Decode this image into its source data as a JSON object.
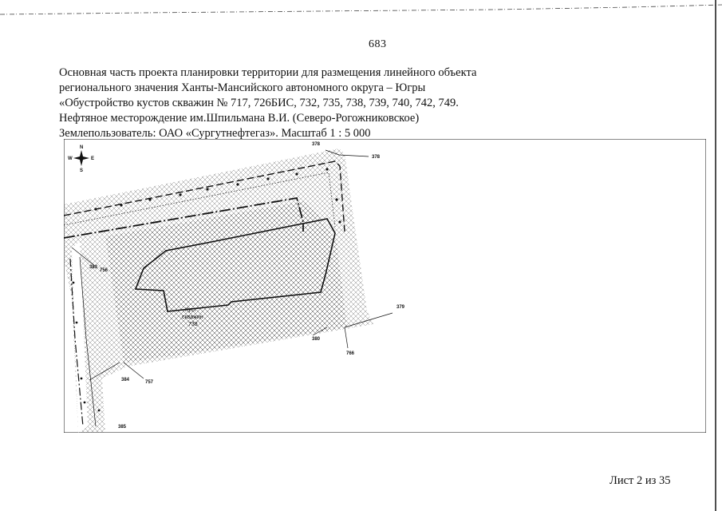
{
  "document": {
    "page_number": "683",
    "header_lines": [
      "Основная часть проекта планировки территории для размещения линейного объекта",
      "регионального значения Ханты-Мансийского автономного округа – Югры",
      "«Обустройство кустов скважин № 717, 726БИС, 732, 735, 738, 739, 740, 742, 749.",
      "Нефтяное месторождение им.Шпильмана В.И. (Северо-Рогожниковское)",
      "Землепользователь: ОАО «Сургутнефтегаз». Масштаб 1 : 5 000"
    ],
    "sheet_label": "Лист 2 из 35"
  },
  "map": {
    "object_label_lines": [
      "Куст",
      "скважин",
      "738"
    ],
    "points": {
      "p378a": "378",
      "p378b": "378",
      "p383": "383",
      "p756": "756",
      "p379": "379",
      "p380": "380",
      "p766": "766",
      "p384": "384",
      "p757": "757",
      "p385": "385"
    },
    "compass": {
      "n": "N",
      "s": "S",
      "e": "E",
      "w": "W"
    }
  },
  "colors": {
    "ink": "#111111",
    "hatch": "#333333",
    "paper": "#ffffff"
  }
}
